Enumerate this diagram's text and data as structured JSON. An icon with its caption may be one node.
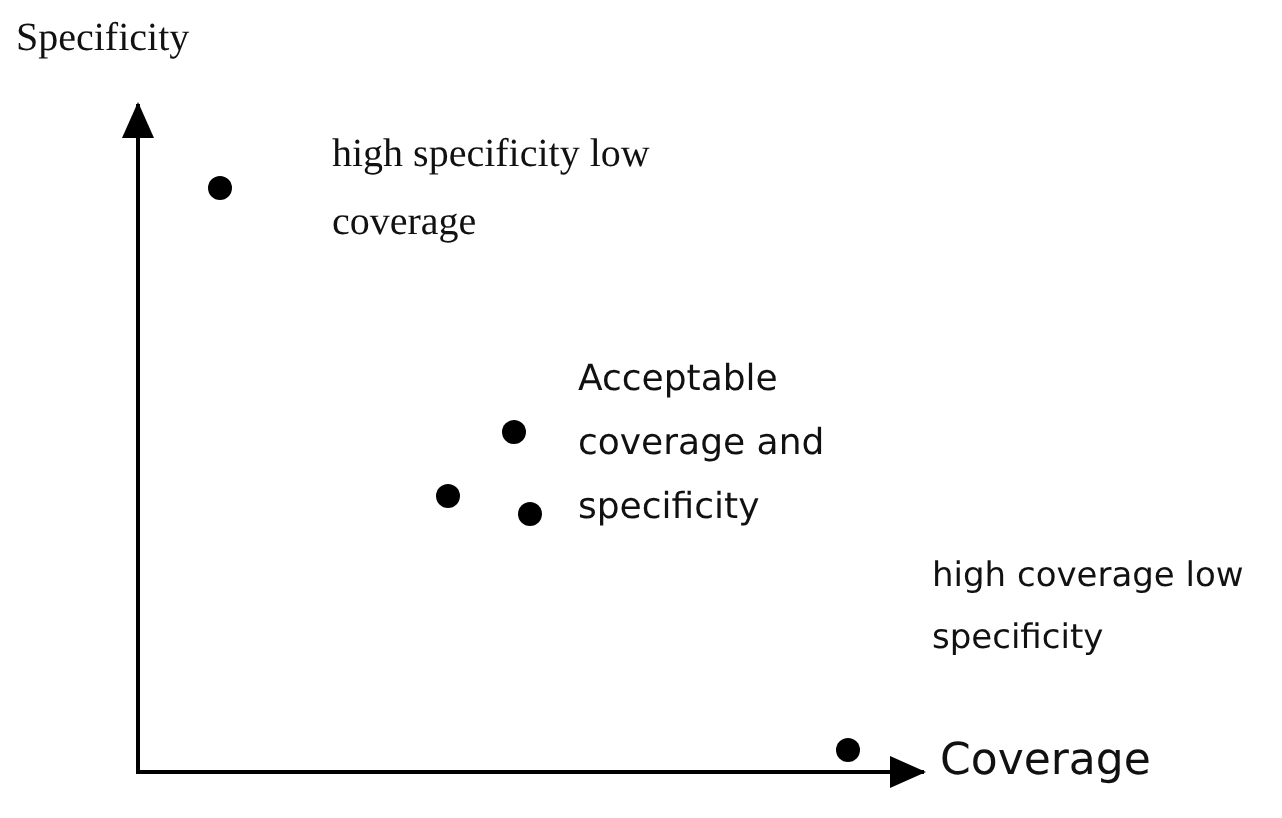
{
  "diagram": {
    "labels": [
      "Specificity",
      "high specificity low coverage",
      "Acceptable coverage and specificity",
      "high coverage low specificity",
      "Coverage"
    ]
  }
}
